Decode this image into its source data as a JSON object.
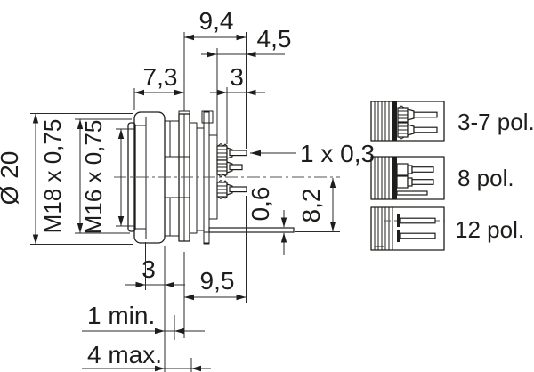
{
  "meta": {
    "description": "Technical dimension drawing of a panel-mount circular connector, side view with solder pins, plus three contact variant detail icons",
    "background_color": "#ffffff",
    "line_color": "#1d1d1b"
  },
  "dimensions": {
    "rear_depth_total": "9,4",
    "rear_depth_pins": "4,5",
    "front_depth": "7,3",
    "pin_protrusion_top": "3",
    "diameter": "Ø 20",
    "thread_outer": "M18 x 0,75",
    "thread_inner": "M16 x 0,75",
    "wire_cross_section": "1 x 0,3",
    "lug_thickness": "0,6",
    "lug_offset": "8,2",
    "flange_depth": "3",
    "rear_length": "9,5",
    "panel_thickness_min": "1 min.",
    "panel_thickness_max": "4 max."
  },
  "variants": [
    {
      "label": "3-7 pol."
    },
    {
      "label": "8 pol."
    },
    {
      "label": "12 pol."
    }
  ]
}
